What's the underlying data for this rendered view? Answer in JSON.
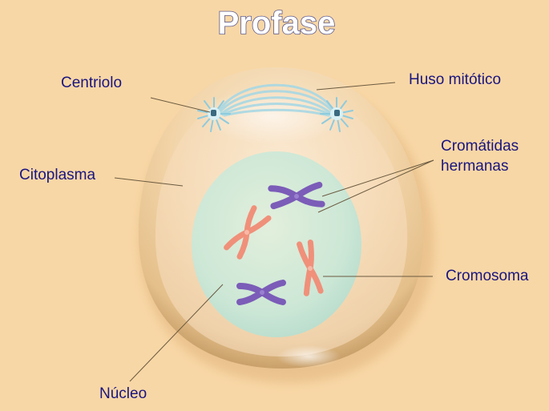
{
  "title": "Profase",
  "labels": {
    "centriolo": "Centriolo",
    "huso": "Huso mitótico",
    "cromatidas_line1": "Cromátidas",
    "cromatidas_line2": "hermanas",
    "citoplasma": "Citoplasma",
    "cromosoma": "Cromosoma",
    "nucleo": "Núcleo"
  },
  "colors": {
    "background": "#f8d7a6",
    "label_text": "#1a1580",
    "cell_membrane": "#e6c08c",
    "cytoplasm": "#f6dcb4",
    "nucleus": "#cde8d8",
    "chromosome_purple": "#7b5cb8",
    "chromosome_salmon": "#f0907a",
    "spindle": "#a8d8e4"
  }
}
